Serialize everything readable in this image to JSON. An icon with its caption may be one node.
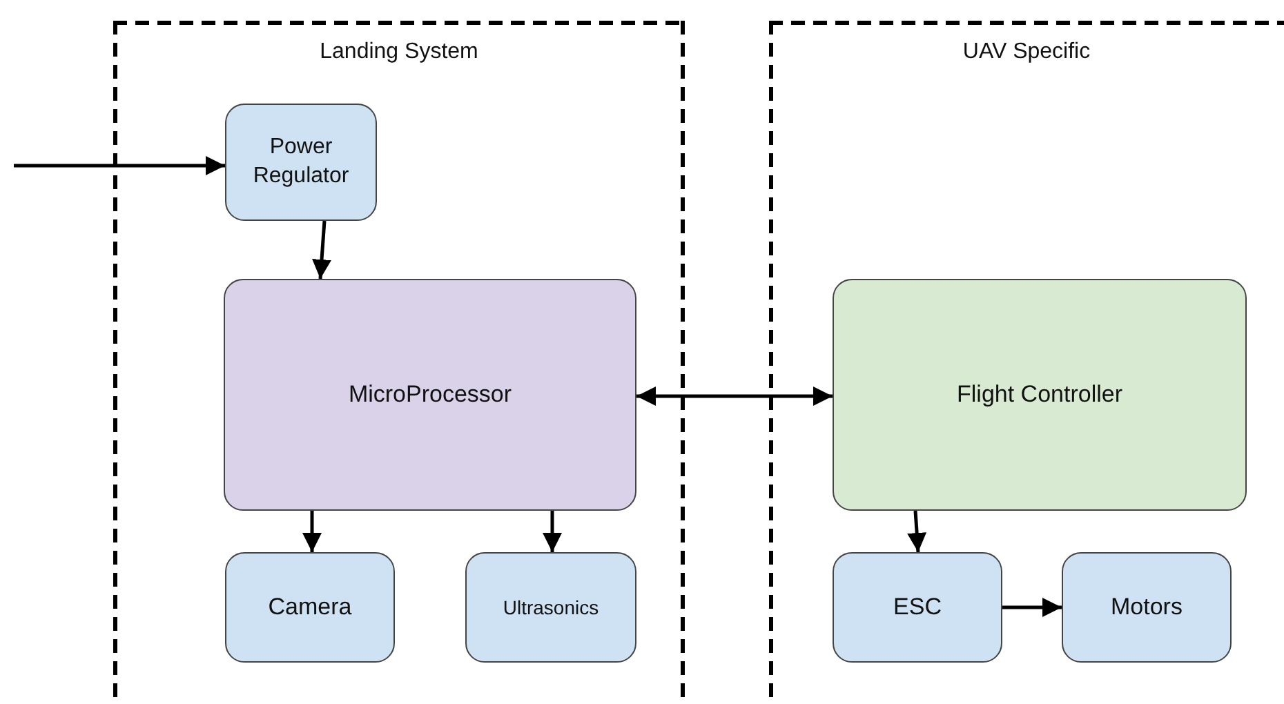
{
  "diagram": {
    "nodes": [
      {
        "text": [
          "Landing System"
        ]
      },
      {
        "text": [
          "UAV Specific"
        ]
      },
      {
        "text": [
          "Power Regulator"
        ],
        "in": 0
      },
      {
        "text": [
          "MicroProcessor"
        ],
        "in": 0
      },
      {
        "text": [
          "Camera"
        ],
        "in": 0
      },
      {
        "text": [
          "Ultrasonics"
        ],
        "in": 0
      },
      {
        "text": [
          "Flight Controller"
        ],
        "in": 1
      },
      {
        "text": [
          "ESC"
        ],
        "in": 1
      },
      {
        "text": [
          "Motors"
        ],
        "in": 1
      }
    ],
    "edges": [
      {
        "from": null,
        "to": 2,
        "arrow": "to"
      },
      {
        "from": 2,
        "to": 3,
        "arrow": "to"
      },
      {
        "from": 3,
        "to": 4,
        "arrow": "to"
      },
      {
        "from": 3,
        "to": 5,
        "arrow": "to"
      },
      {
        "from": 3,
        "to": 6,
        "arrow": "both"
      },
      {
        "from": 6,
        "to": 7,
        "arrow": "to"
      },
      {
        "from": 7,
        "to": 8,
        "arrow": "to"
      }
    ]
  }
}
